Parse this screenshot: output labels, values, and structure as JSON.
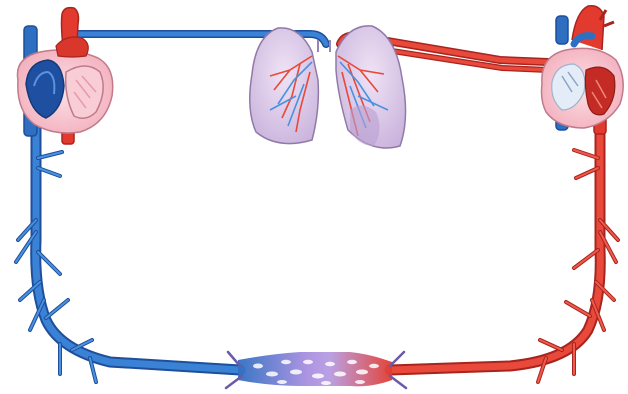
{
  "diagram": {
    "subject": "circulatory-system-loop",
    "labels": [],
    "colors": {
      "oxygen_poor_blood": "#2f6fc2",
      "oxygen_rich_blood": "#e23a2f",
      "heart_tissue": "#f6c6cf",
      "lung_tissue": "#d9c6e6",
      "capillary_mix": "#b79be0",
      "background": "#ffffff"
    },
    "components": [
      {
        "id": "left-heart",
        "icon": "heart-icon"
      },
      {
        "id": "lungs",
        "icon": "lungs-icon"
      },
      {
        "id": "right-heart",
        "icon": "heart-icon"
      },
      {
        "id": "capillary-bed",
        "icon": "capillary-network-icon"
      }
    ]
  }
}
